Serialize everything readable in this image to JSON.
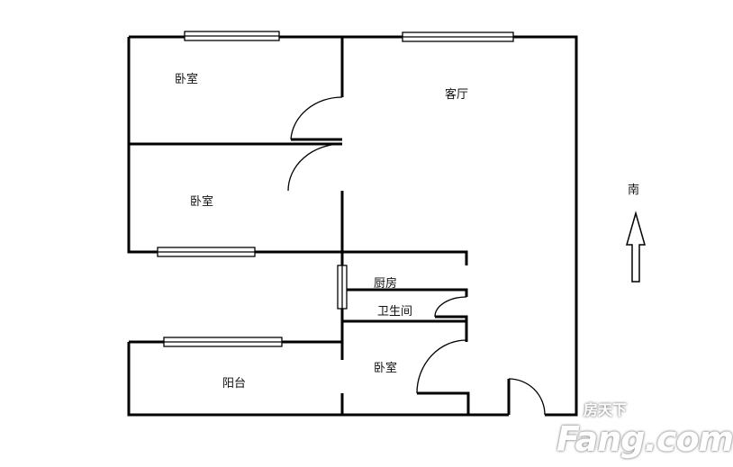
{
  "rooms": {
    "bedroom_top": "卧室",
    "living_room": "客厅",
    "bedroom_middle": "卧室",
    "kitchen": "厨房",
    "bathroom": "卫生间",
    "bedroom_bottom": "卧室",
    "balcony": "阳台"
  },
  "compass": {
    "label": "南",
    "icon": "arrow-up-icon"
  },
  "watermark": {
    "cn": "房天下",
    "en": "Fang.com"
  },
  "colors": {
    "wall": "#000000",
    "window_fill": "#ffffff"
  }
}
